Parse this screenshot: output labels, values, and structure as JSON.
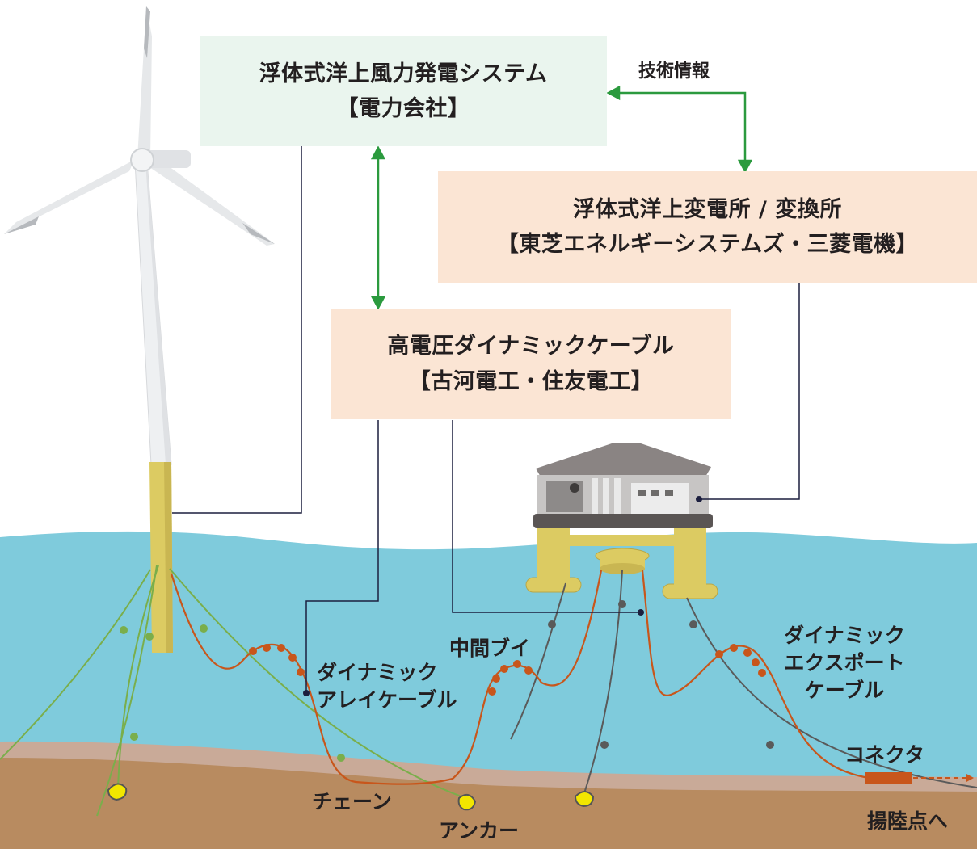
{
  "boxes": {
    "turbine_system": {
      "line1": "浮体式洋上風力発電システム",
      "line2": "【電力会社】"
    },
    "substation": {
      "line1": "浮体式洋上変電所 / 変換所",
      "line2": "【東芝エネルギーシステムズ・三菱電機】"
    },
    "hv_cable": {
      "line1": "高電圧ダイナミックケーブル",
      "line2": "【古河電工・住友電工】"
    }
  },
  "labels": {
    "tech_info": "技術情報",
    "mid_buoy": "中間ブイ",
    "dynamic_array_cable": [
      "ダイナミック",
      "アレイケーブル"
    ],
    "dynamic_export_cable": [
      "ダイナミック",
      "エクスポート",
      "ケーブル"
    ],
    "connector": "コネクタ",
    "chain": "チェーン",
    "anchor": "アンカー",
    "to_landing_point": "揚陸点へ"
  },
  "colors": {
    "sea": "#7fcbdc",
    "seabed": "#b88b60",
    "seabed_top": "#c9aa98",
    "box_green": "#eaf5ee",
    "box_peach": "#fbe5d4",
    "arrow_green": "#2b9a3e",
    "leader_navy": "#1c1f3f",
    "cable_orange": "#c8561b",
    "mooring_green": "#7aae4b",
    "mooring_gray": "#5a5a5a",
    "float_yellow": "#dccb62",
    "anchor_yellow": "#f2e600"
  }
}
